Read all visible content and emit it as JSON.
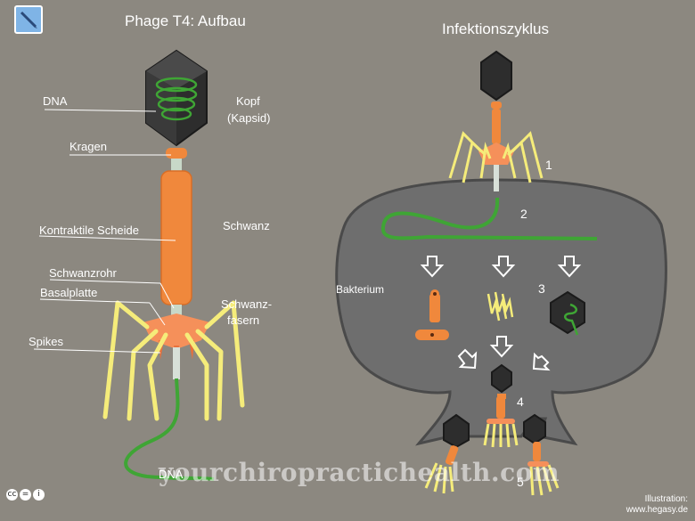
{
  "left_panel": {
    "title": "Phage T4: Aufbau",
    "labels": {
      "dna": "DNA",
      "kopf": "Kopf",
      "kapsid": "(Kapsid)",
      "kragen": "Kragen",
      "scheide": "Kontraktile Scheide",
      "schwanz": "Schwanz",
      "schwanzrohr": "Schwanzrohr",
      "basalplatte": "Basalplatte",
      "schwanzfasern_1": "Schwanz-",
      "schwanzfasern_2": "fasern",
      "spikes": "Spikes"
    },
    "dna_strand_label": "DNA"
  },
  "right_panel": {
    "title": "Infektionszyklus",
    "bacterium_label": "Bakterium",
    "steps": [
      "1",
      "2",
      "3",
      "4",
      "5"
    ]
  },
  "credit": {
    "line1": "Illustration:",
    "line2": "www.hegasy.de"
  },
  "watermark": "yourchiropractichealth.com",
  "icons": {
    "logo": "pencil-logo-icon",
    "license": "creative-commons-icon"
  },
  "colors": {
    "background": "#8c8880",
    "capsid": "#2d2d2d",
    "dna": "#3fa535",
    "sheath": "#f0883c",
    "tail_fibers": "#f5ec7a",
    "bacterium": "#6e6e6e"
  }
}
